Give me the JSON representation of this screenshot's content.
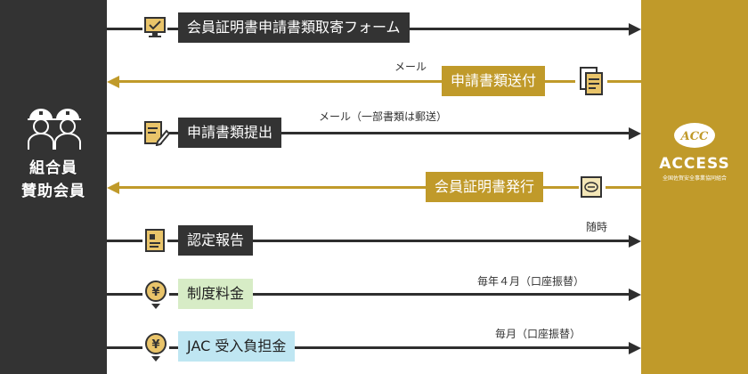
{
  "left": {
    "label_line1": "組合員",
    "label_line2": "賛助会員"
  },
  "right": {
    "brand": "ACCESS",
    "org": "全国佐賀安全事業協同組合"
  },
  "flows": [
    {
      "label": "会員証明書申請書類取寄フォーム",
      "direction": "right",
      "icon": "monitor-check-icon"
    },
    {
      "label": "申請書類送付",
      "direction": "left",
      "note": "メール",
      "icon": "documents-icon"
    },
    {
      "label": "申請書類提出",
      "direction": "right",
      "note": "メール（一部書類は郵送）",
      "icon": "pencil-document-icon"
    },
    {
      "label": "会員証明書発行",
      "direction": "left",
      "icon": "certificate-card-icon"
    },
    {
      "label": "認定報告",
      "direction": "right",
      "note": "随時",
      "icon": "certification-document-icon"
    },
    {
      "label": "制度料金",
      "direction": "right",
      "note": "毎年４月（口座振替）",
      "icon": "yen-coin-icon"
    },
    {
      "label": "JAC 受入負担金",
      "direction": "right",
      "note": "毎月（口座振替）",
      "icon": "yen-coin-icon"
    }
  ]
}
